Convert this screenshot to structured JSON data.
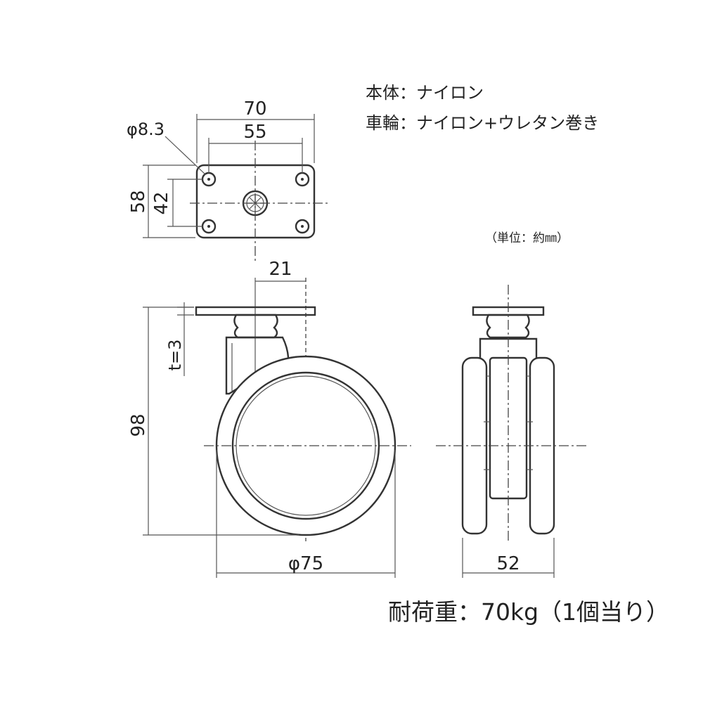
{
  "notes": {
    "body_material": "本体：ナイロン",
    "wheel_material": "車輪：ナイロン+ウレタン巻き",
    "unit": "（単位：約㎜）",
    "load_capacity": "耐荷重：70kg（1個当り）"
  },
  "dimensions": {
    "plate_width": "70",
    "hole_spacing_width": "55",
    "hole_diameter": "φ8.3",
    "plate_depth": "58",
    "hole_spacing_depth": "42",
    "offset": "21",
    "plate_thickness": "t=3",
    "total_height": "98",
    "wheel_diameter": "φ75",
    "overall_width": "52"
  }
}
